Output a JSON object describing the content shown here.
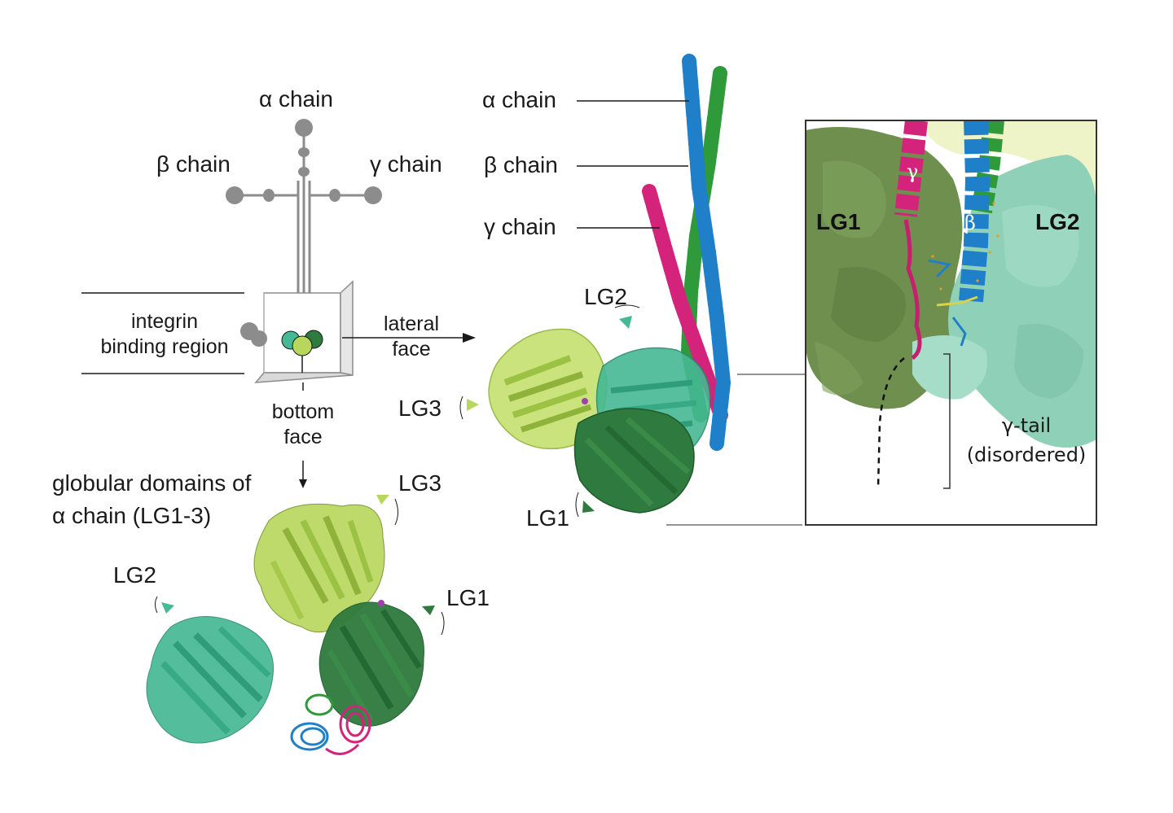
{
  "colors": {
    "alpha": "#1f7fc8",
    "beta": "#2e9a3a",
    "gamma": "#d3237a",
    "lg1": "#2f7a3e",
    "lg2": "#45b894",
    "lg3": "#b6d65c",
    "schematic_gray": "#8c8c8c"
  },
  "schematic": {
    "alpha_label": "α chain",
    "beta_label": "β chain",
    "gamma_label": "γ chain",
    "integrin_label_line1": "integrin",
    "integrin_label_line2": "binding region",
    "lateral_line1": "lateral",
    "lateral_line2": "face",
    "bottom_line1": "bottom",
    "bottom_line2": "face"
  },
  "bottom_view": {
    "title_line1": "globular domains of",
    "title_line2": "α chain (LG1-3)",
    "lg1": "LG1",
    "lg2": "LG2",
    "lg3": "LG3"
  },
  "lateral_view": {
    "alpha_label": "α chain",
    "beta_label": "β chain",
    "gamma_label": "γ chain",
    "lg1": "LG1",
    "lg2": "LG2",
    "lg3": "LG3"
  },
  "inset": {
    "lg1": "LG1",
    "lg2": "LG2",
    "gamma": "γ",
    "beta": "β",
    "tail_line1": "γ-tail",
    "tail_line2": "(disordered)"
  }
}
